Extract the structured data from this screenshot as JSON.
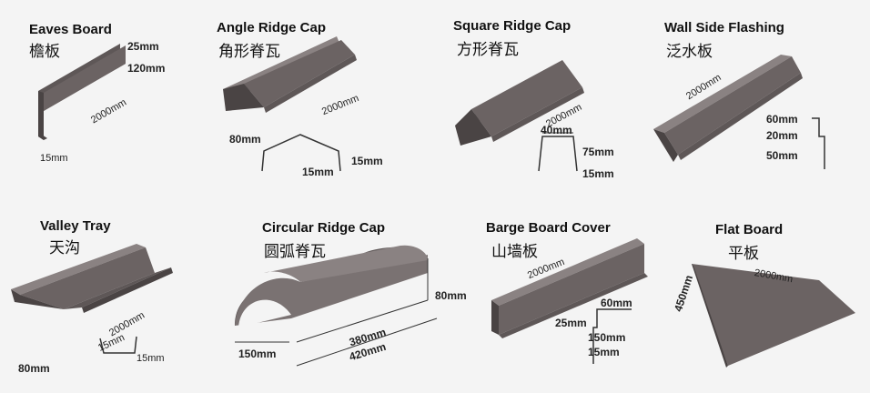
{
  "products": [
    {
      "title": "Eaves Board",
      "cn": "檐板",
      "dims": [
        "25mm",
        "120mm",
        "2000mm",
        "15mm"
      ]
    },
    {
      "title": "Angle Ridge Cap",
      "cn": "角形脊瓦",
      "dims": [
        "2000mm",
        "80mm",
        "15mm",
        "15mm"
      ]
    },
    {
      "title": "Square Ridge Cap",
      "cn": "方形脊瓦",
      "dims": [
        "2000mm",
        "40mm",
        "75mm",
        "15mm"
      ]
    },
    {
      "title": "Wall Side Flashing",
      "cn": "泛水板",
      "dims": [
        "2000mm",
        "60mm",
        "20mm",
        "50mm"
      ]
    },
    {
      "title": "Valley Tray",
      "cn": "天沟",
      "dims": [
        "2000mm",
        "15mm",
        "15mm",
        "80mm"
      ]
    },
    {
      "title": "Circular Ridge Cap",
      "cn": "圆弧脊瓦",
      "dims": [
        "80mm",
        "380mm",
        "420mm",
        "150mm"
      ]
    },
    {
      "title": "Barge Board Cover",
      "cn": "山墙板",
      "dims": [
        "2000mm",
        "60mm",
        "25mm",
        "150mm",
        "15mm"
      ]
    },
    {
      "title": "Flat Board",
      "cn": "平板",
      "dims": [
        "2000mm",
        "450mm"
      ]
    }
  ],
  "colors": {
    "metal": "#6b6363",
    "metal_dark": "#4a4444",
    "metal_light": "#8a8282",
    "line": "#333333"
  }
}
